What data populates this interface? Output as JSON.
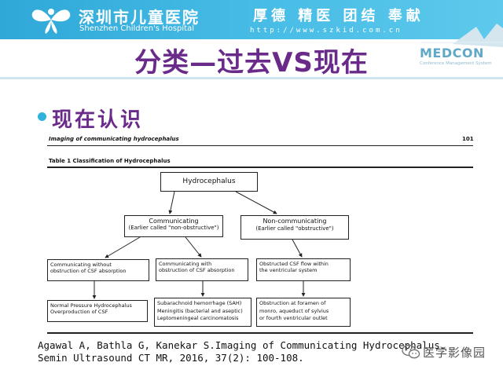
{
  "header": {
    "hospital_cn": "深圳市儿童医院",
    "hospital_en": "Shenzhen Children's Hospital",
    "motto": "厚德 精医 团结 奉献",
    "url": "http://www.szkid.com.cn"
  },
  "medcon": {
    "name": "MEDCON",
    "tagline": "Conference Management System"
  },
  "slide": {
    "title": "分类—过去VS现在",
    "bullet": "现在认识"
  },
  "paper": {
    "running_header": "Imaging of communicating hydrocephalus",
    "page_number": "101",
    "table_caption": "Table 1  Classification of Hydrocephalus"
  },
  "diagram": {
    "root": "Hydrocephalus",
    "communicating": {
      "title": "Communicating",
      "note": "(Earlier called \"non-obstructive\")"
    },
    "noncommunicating": {
      "title": "Non-communicating",
      "note": "(Earlier called \"obstructive\")"
    },
    "comm_without": {
      "line1": "Communicating without",
      "line2": "obstruction of CSF absorption"
    },
    "comm_with": {
      "line1": "Communicating with",
      "line2": "obstruction  of CSF absorption"
    },
    "obstructed": {
      "line1": "Obstructed CSF flow within",
      "line2": "the ventricular system"
    },
    "leaf1": {
      "line1": "Normal Pressure Hydrocephalus",
      "line2": "Overproduction of CSF"
    },
    "leaf2": {
      "line1": "Subarachnoid hemorrhage (SAH)",
      "line2": "Meningitis (bacterial and aseptic)",
      "line3": "Leptomeningeal carcinomatosis"
    },
    "leaf3": {
      "line1": "Obstruction at foramen of",
      "line2": "monro, aqueduct of sylvius",
      "line3": "or fourth ventricular outlet"
    }
  },
  "citation": {
    "line1": "Agawal A, Bathla G, Kanekar S.Imaging of Communicating Hydrocephalus.",
    "line2": "Semin Ultrasound CT MR, 2016, 37(2): 100-108."
  },
  "watermark": {
    "text": "医学影像园"
  },
  "colors": {
    "banner": "#2fa8d8",
    "title": "#6a2a8a",
    "bullet": "#2fb3dc"
  }
}
